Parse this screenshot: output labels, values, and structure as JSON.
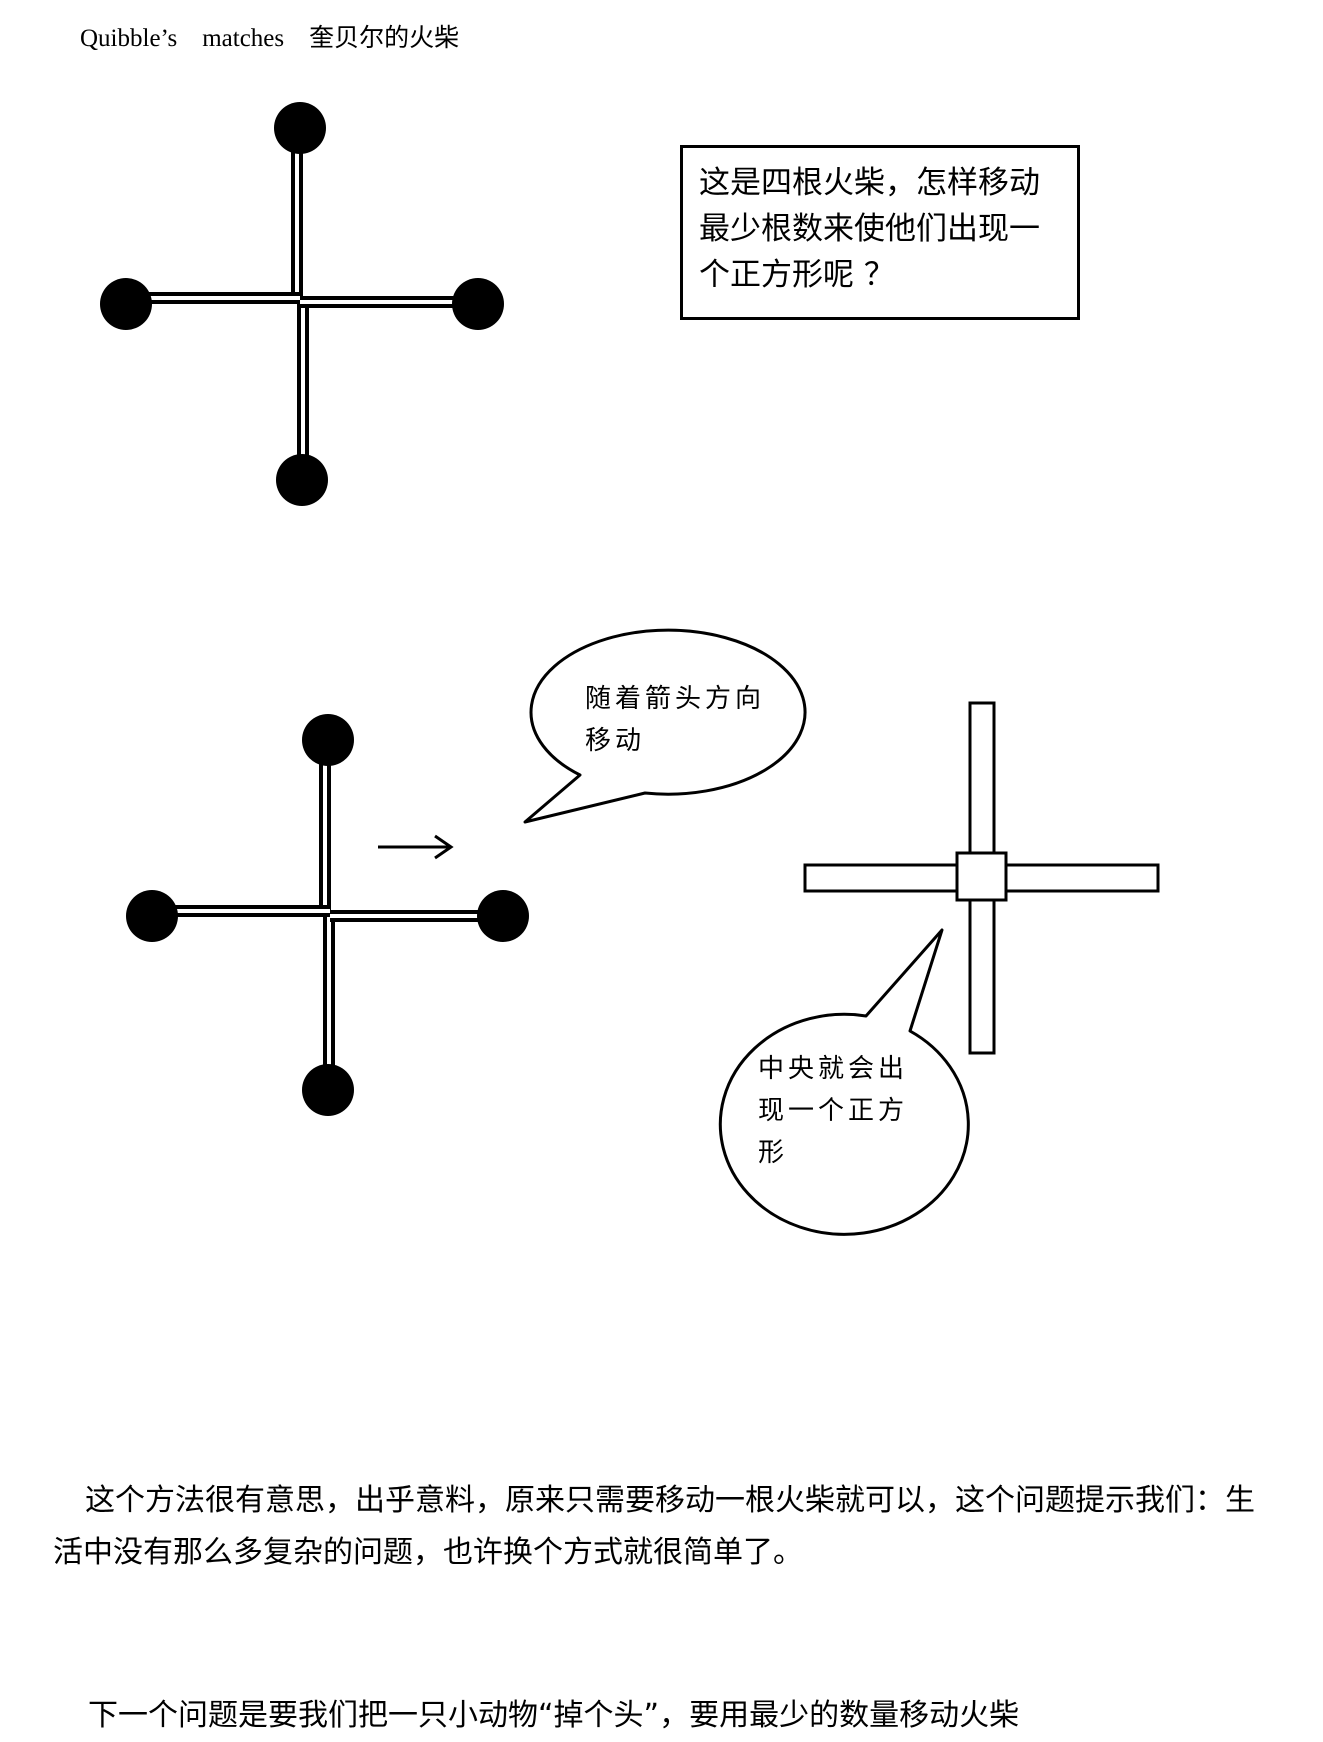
{
  "header": {
    "title": "Quibble’s    matches    奎贝尔的火柴"
  },
  "question_box": {
    "text": "这是四根火柴，怎样移动最少根数来使他们出现一个正方形呢 ？"
  },
  "bubble_top": {
    "text": "随着箭头方向移动"
  },
  "bubble_bottom": {
    "text": "中央就会出现一个正方形"
  },
  "conclusion": {
    "paragraph": "这个方法很有意思，出乎意料，原来只需要移动一根火柴就可以，这个问题提示我们：生活中没有那么多复杂的问题，也许换个方式就很简单了。"
  },
  "next_problem": {
    "text": "下一个问题是要我们把一只小动物“掉个头”，要用最少的数量移动火柴"
  },
  "colors": {
    "ink": "#000000",
    "paper": "#ffffff"
  }
}
